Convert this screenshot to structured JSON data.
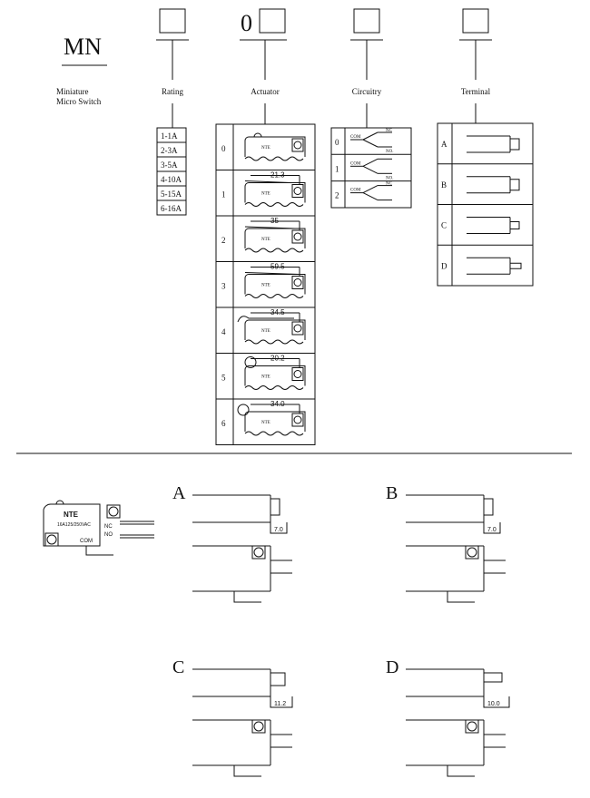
{
  "header": {
    "prefix": "MN",
    "prefix_label": [
      "Miniature",
      "Micro Switch"
    ],
    "actuator_prefix": "0",
    "fields": [
      "Rating",
      "Actuator",
      "Circuitry",
      "Terminal"
    ]
  },
  "rating": [
    "1-1A",
    "2-3A",
    "3-5A",
    "4-10A",
    "5-15A",
    "6-16A"
  ],
  "actuator": [
    {
      "code": "0",
      "brand": "NTE",
      "dim": ""
    },
    {
      "code": "1",
      "brand": "NTE",
      "dim": "21.3"
    },
    {
      "code": "2",
      "brand": "NTE",
      "dim": "35"
    },
    {
      "code": "3",
      "brand": "NTE",
      "dim": "59.5"
    },
    {
      "code": "4",
      "brand": "NTE",
      "dim": "34.5"
    },
    {
      "code": "5",
      "brand": "NTE",
      "dim": "20.2"
    },
    {
      "code": "6",
      "brand": "NTE",
      "dim": "34.0"
    }
  ],
  "circuitry": [
    {
      "code": "0",
      "com": "COM",
      "nc": "NC",
      "no": "NO."
    },
    {
      "code": "1",
      "com": "COM",
      "nc": "",
      "no": "NO."
    },
    {
      "code": "2",
      "com": "COM",
      "nc": "NC",
      "no": ""
    }
  ],
  "terminal": [
    "A",
    "B",
    "C",
    "D"
  ],
  "switch": {
    "brand": "NTE",
    "rating": "16A125/250VAC",
    "nc": "NC",
    "no": "NO",
    "com": "COM"
  },
  "details": [
    {
      "letter": "A",
      "dim": "7.0"
    },
    {
      "letter": "B",
      "dim": "7.0"
    },
    {
      "letter": "C",
      "dim": "11.2"
    },
    {
      "letter": "D",
      "dim": "10.0"
    }
  ]
}
